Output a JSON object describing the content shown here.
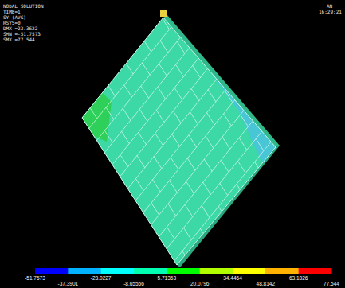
{
  "diagram": {
    "labels": [
      "NODAL SOLUTION",
      "TIME=1",
      "SY (AVG)",
      "RSYS=0",
      "DMX =23.3622",
      "SMN =-51.7573",
      "SMX =77.544",
      "AN",
      "16:29:21",
      "-51.7573",
      "-37.3901",
      "-23.0227",
      "-8.65556",
      "5.71353",
      "20.0796",
      "34.4464",
      "48.8142",
      "63.1826",
      "77.544"
    ]
  }
}
